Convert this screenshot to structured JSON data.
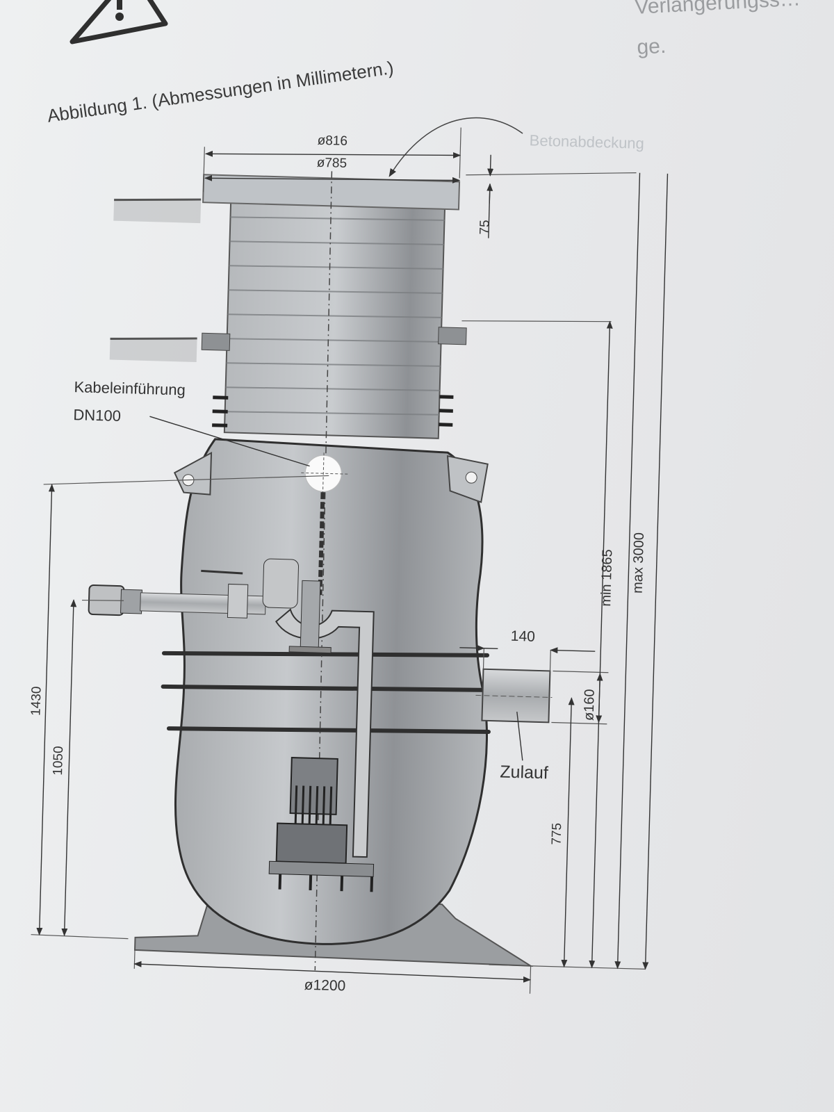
{
  "header": {
    "top_right_text": "Verlängerungss…\nge.",
    "figure_caption": "Abbildung 1.  (Abmessungen in Millimetern.)",
    "warning_icon": "warning-triangle-icon"
  },
  "diagram": {
    "labels": {
      "cover": "Betonabdeckung",
      "cable_entry_line1": "Kabeleinführung",
      "cable_entry_line2": "DN100",
      "inlet": "Zulauf"
    },
    "dimensions": {
      "cover_outer_diameter": "ø816",
      "cover_inner_diameter": "ø785",
      "cover_thickness": "75",
      "inlet_pipe_length": "140",
      "inlet_diameter": "ø160",
      "min_height": "min 1865",
      "max_height": "max 3000",
      "cable_entry_height": "1430",
      "outlet_height": "1050",
      "inlet_height": "775",
      "base_diameter": "ø1200"
    }
  }
}
